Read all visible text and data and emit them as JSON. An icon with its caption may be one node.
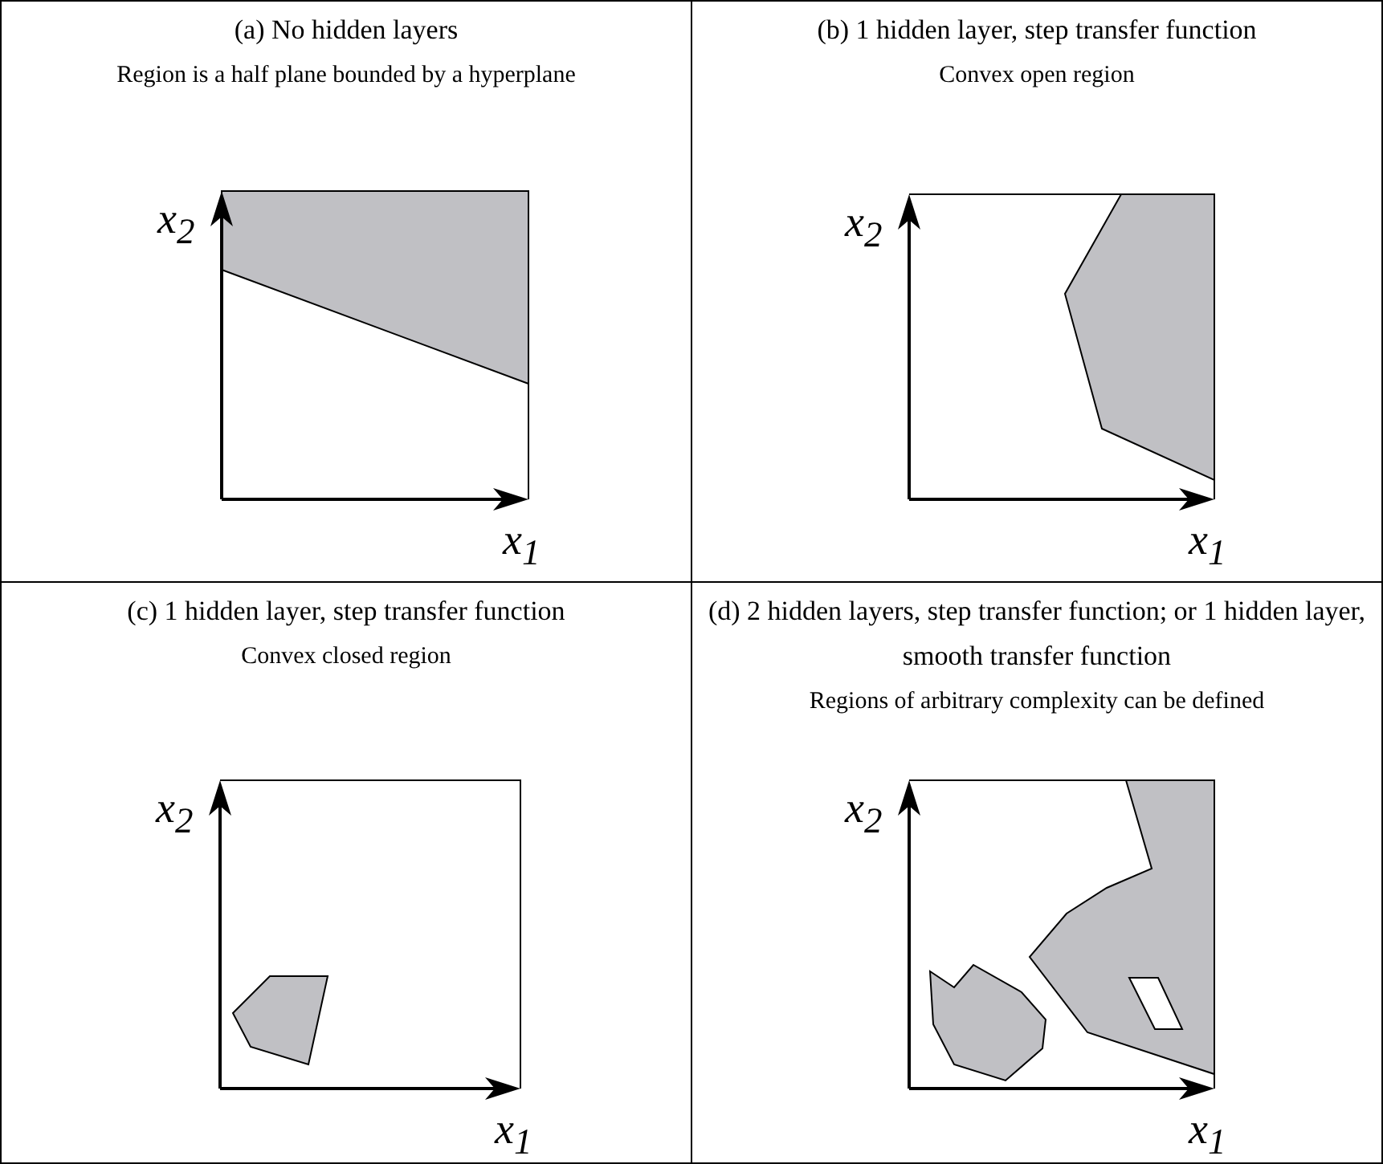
{
  "diagram": {
    "nodes": [
      {
        "text": [
          "(a) No hidden layers",
          "Region is a half plane bounded by a hyperplane"
        ]
      },
      {
        "text": [
          "(b) 1 hidden layer, step transfer function",
          "Convex open region"
        ]
      },
      {
        "text": [
          "(c) 1 hidden layer, step transfer function",
          "Convex closed region"
        ]
      },
      {
        "text": [
          "(d) 2 hidden layers, step transfer function; or 1 hidden layer, smooth transfer function",
          "Regions of arbitrary complexity can be defined"
        ]
      }
    ],
    "edges": [],
    "labels": [
      "x$_{2}$",
      "x$_{1}$",
      "x$_{2}$",
      "x$_{1}$",
      "x$_{2}$",
      "x$_{1}$",
      "x$_{2}$",
      "x$_{1}$"
    ]
  }
}
